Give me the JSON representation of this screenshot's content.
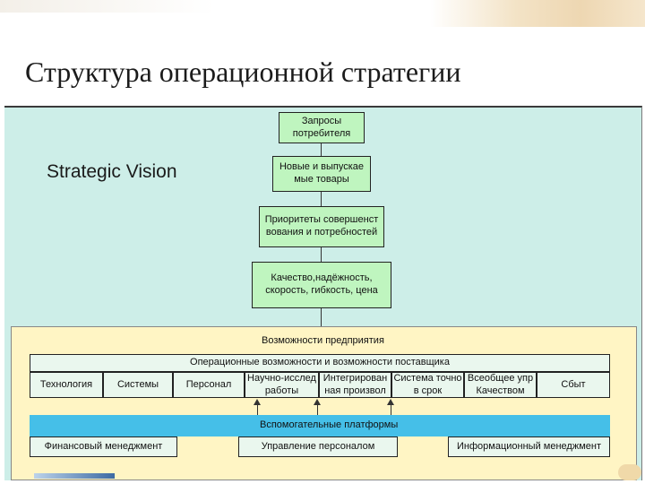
{
  "title": "Структура операционной стратегии",
  "strategic_vision": "Strategic Vision",
  "flow": [
    "Запросы потребителя",
    "Новые и выпускае мые товары",
    "Приоритеты совершенст вования и потребностей",
    "Качество,надёжность, скорость, гибкость, цена"
  ],
  "enterprise_capabilities": "Возможности предприятия",
  "operational_capabilities": "Операционные возможности и возможности поставщика",
  "capability_cells": [
    "Технология",
    "Системы",
    "Персонал",
    "Научно-исслед работы",
    "Интегрирован ная произвол",
    "Система точно в срок",
    "Всеобщее упр Качеством",
    "Сбыт"
  ],
  "support_platforms": "Вспомогательные платформы",
  "platform_items": [
    "Финансовый менеджмент",
    "Управление персоналом",
    "Информационный менеджмент"
  ],
  "colors": {
    "flow_box": "#bff5bf",
    "platforms_bar": "#45bfe8",
    "background": "#cdeee8",
    "capabilities_panel": "#fff5c4"
  }
}
